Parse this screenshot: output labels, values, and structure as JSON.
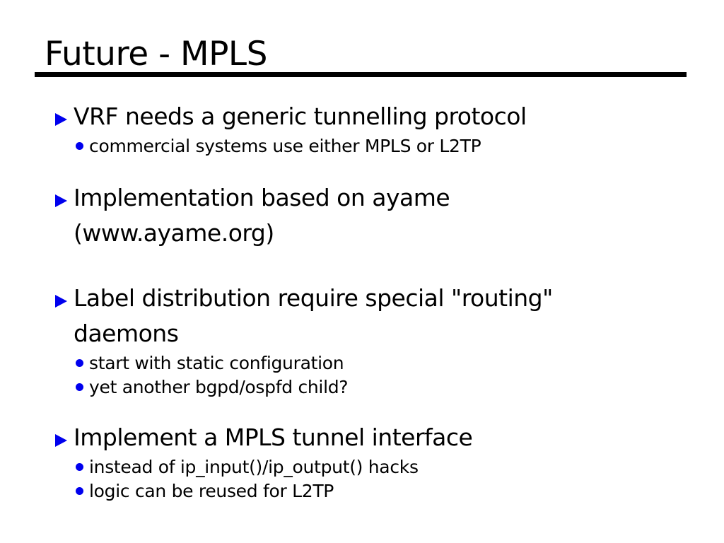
{
  "slide": {
    "title": "Future - MPLS",
    "background_color": "#FFFFFF",
    "text_color": "#000000",
    "accent_color": "#0000EE",
    "bullets": [
      {
        "lines": [
          "VRF needs a generic tunnelling protocol"
        ],
        "subs": [
          "commercial systems use either MPLS or L2TP"
        ]
      },
      {
        "lines": [
          "Implementation based on ayame",
          "(www.ayame.org)"
        ],
        "subs": []
      },
      {
        "lines": [
          "Label distribution require special \"routing\"",
          "daemons"
        ],
        "subs": [
          "start with static configuration",
          "yet another bgpd/ospfd child?"
        ]
      },
      {
        "lines": [
          "Implement a MPLS tunnel interface"
        ],
        "subs": [
          "instead of ip_input()/ip_output() hacks",
          "logic can be reused for L2TP"
        ]
      }
    ]
  }
}
